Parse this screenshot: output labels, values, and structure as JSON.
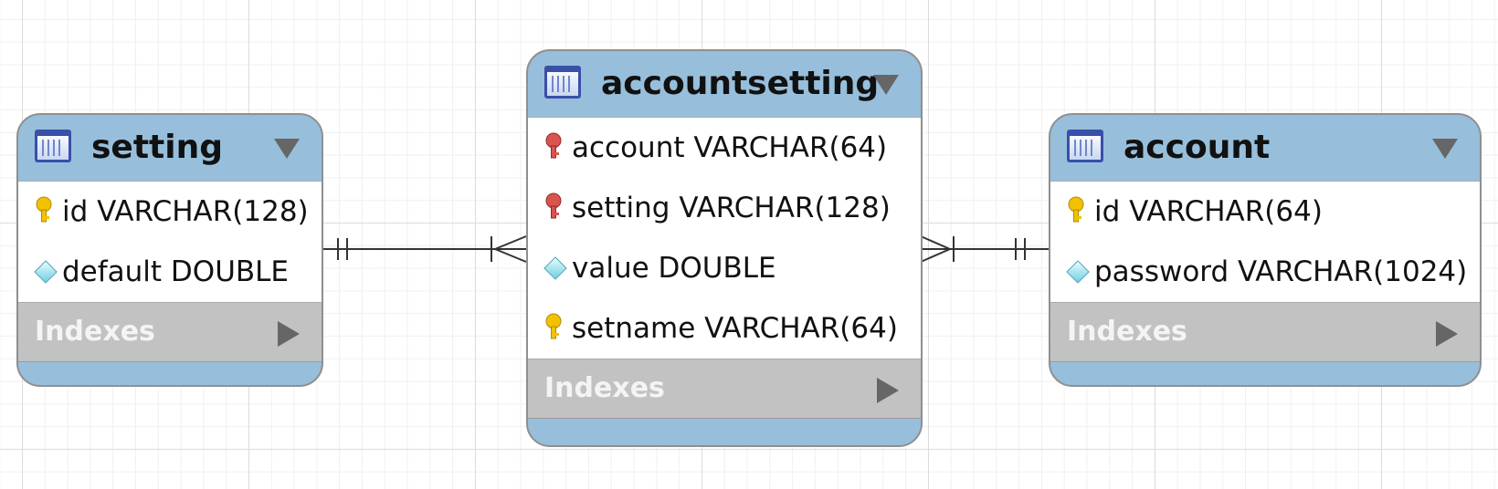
{
  "tables": {
    "setting": {
      "name": "setting",
      "columns": [
        {
          "text": "id VARCHAR(128)",
          "icon": "key-yellow-icon"
        },
        {
          "text": "default DOUBLE",
          "icon": "diamond-icon"
        }
      ],
      "indexes_label": "Indexes"
    },
    "accountsetting": {
      "name": "accountsetting",
      "columns": [
        {
          "text": "account VARCHAR(64)",
          "icon": "key-red-icon"
        },
        {
          "text": "setting VARCHAR(128)",
          "icon": "key-red-icon"
        },
        {
          "text": "value DOUBLE",
          "icon": "diamond-icon"
        },
        {
          "text": "setname VARCHAR(64)",
          "icon": "key-yellow-icon"
        }
      ],
      "indexes_label": "Indexes"
    },
    "account": {
      "name": "account",
      "columns": [
        {
          "text": "id VARCHAR(64)",
          "icon": "key-yellow-icon"
        },
        {
          "text": "password VARCHAR(1024)",
          "icon": "diamond-icon"
        }
      ],
      "indexes_label": "Indexes"
    }
  },
  "relationships": [
    {
      "from": "setting",
      "to": "accountsetting",
      "from_cardinality": "one-and-only-one",
      "to_cardinality": "one-or-many"
    },
    {
      "from": "account",
      "to": "accountsetting",
      "from_cardinality": "one-and-only-one",
      "to_cardinality": "one-or-many"
    }
  ],
  "colors": {
    "header": "#97bfdb",
    "border": "#8f8f8f",
    "indexes_bg": "#c2c2c2",
    "primary_key": "#f2c200",
    "foreign_key": "#d9534f",
    "attribute": "#6fd0e0",
    "grid": "#dcdcdc"
  }
}
